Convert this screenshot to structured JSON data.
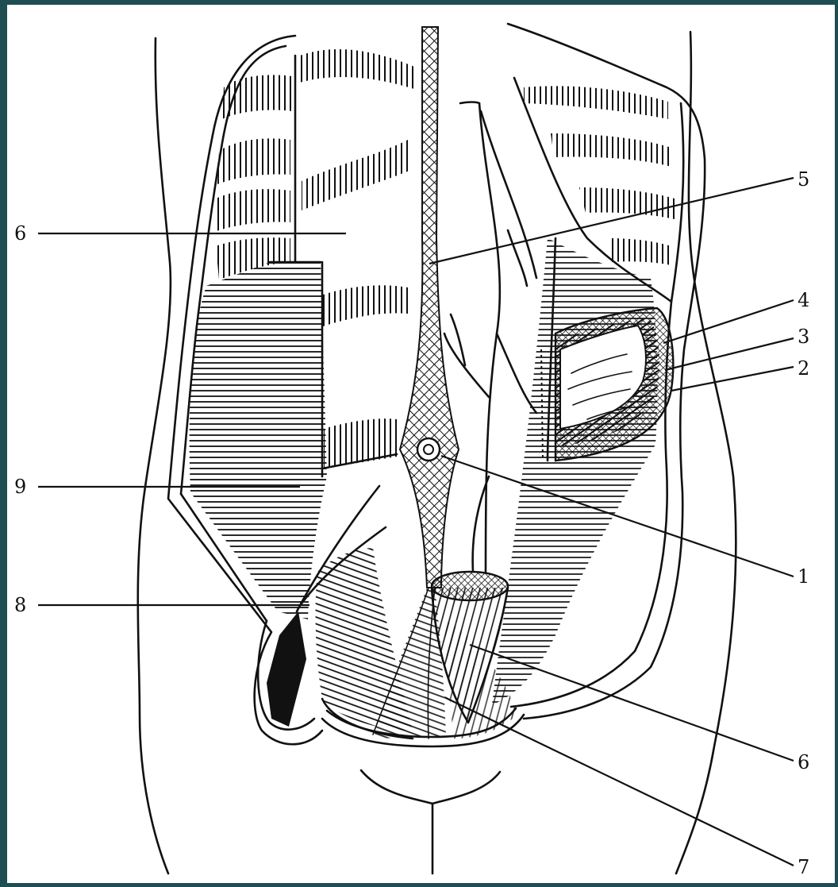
{
  "colors": {
    "border": "#1e4d52",
    "paper": "#ffffff",
    "ink": "#111111"
  },
  "labels": {
    "l1": "1",
    "l2": "2",
    "l3": "3",
    "l4": "4",
    "l5": "5",
    "l6_left": "6",
    "l6_right": "6",
    "l7": "7",
    "l8": "8",
    "l9": "9"
  }
}
